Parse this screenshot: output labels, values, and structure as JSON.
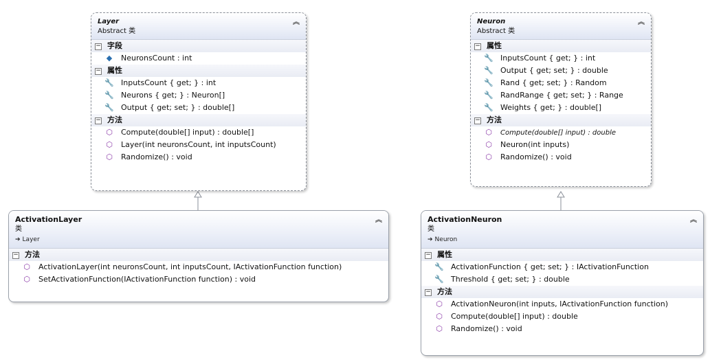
{
  "layer": {
    "name": "Layer",
    "kind": "Abstract 类",
    "sections": {
      "fields": {
        "label": "字段",
        "items": [
          "NeuronsCount : int"
        ]
      },
      "props": {
        "label": "属性",
        "items": [
          "InputsCount { get; } : int",
          "Neurons { get; } : Neuron[]",
          "Output { get; set; } : double[]"
        ]
      },
      "methods": {
        "label": "方法",
        "items": [
          "Compute(double[] input) : double[]",
          "Layer(int neuronsCount, int inputsCount)",
          "Randomize() : void"
        ]
      }
    }
  },
  "neuron": {
    "name": "Neuron",
    "kind": "Abstract 类",
    "sections": {
      "props": {
        "label": "属性",
        "items": [
          "InputsCount { get; } : int",
          "Output { get; set; } : double",
          "Rand { get; set; } : Random",
          "RandRange { get; set; } : Range",
          "Weights { get; } : double[]"
        ]
      },
      "methods": {
        "label": "方法",
        "items": [
          "Compute(double[] input) : double",
          "Neuron(int inputs)",
          "Randomize() : void"
        ]
      }
    }
  },
  "activation_layer": {
    "name": "ActivationLayer",
    "kind": "类",
    "base": "Layer",
    "sections": {
      "methods": {
        "label": "方法",
        "items": [
          "ActivationLayer(int neuronsCount, int inputsCount, IActivationFunction function)",
          "SetActivationFunction(IActivationFunction function) : void"
        ]
      }
    }
  },
  "activation_neuron": {
    "name": "ActivationNeuron",
    "kind": "类",
    "base": "Neuron",
    "sections": {
      "props": {
        "label": "属性",
        "items": [
          "ActivationFunction { get; set; } : IActivationFunction",
          "Threshold { get; set; } : double"
        ]
      },
      "methods": {
        "label": "方法",
        "items": [
          "ActivationNeuron(int inputs, IActivationFunction function)",
          "Compute(double[] input) : double",
          "Randomize() : void"
        ]
      }
    }
  },
  "icons": {
    "collapse": "double-chevron-up-icon",
    "section_toggle": "minus-box-icon",
    "field": "field-icon",
    "property": "wrench-icon",
    "method": "method-cube-icon",
    "inherits": "arrow-right-icon"
  }
}
